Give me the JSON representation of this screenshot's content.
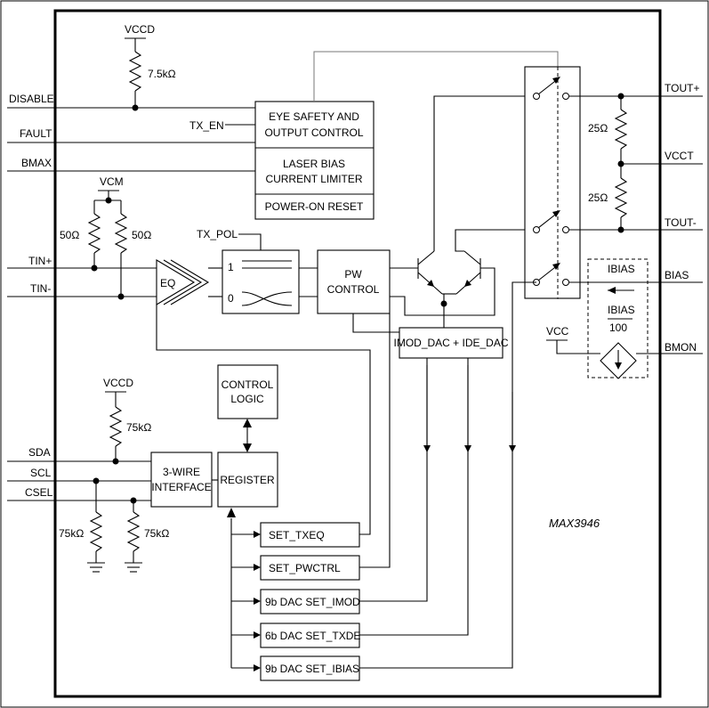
{
  "chip": {
    "part_number": "MAX3946"
  },
  "pins": {
    "disable": "DISABLE",
    "fault": "FAULT",
    "bmax": "BMAX",
    "tin_plus": "TIN+",
    "tin_minus": "TIN-",
    "sda": "SDA",
    "scl": "SCL",
    "csel": "CSEL",
    "tout_plus": "TOUT+",
    "vcct": "VCCT",
    "tout_minus": "TOUT-",
    "bias": "BIAS",
    "bmon": "BMON"
  },
  "supplies": {
    "vccd_top": "VCCD",
    "vcm": "VCM",
    "vccd_left": "VCCD",
    "vcc_right": "VCC"
  },
  "resistors": {
    "r_pullup_disable": "7.5kΩ",
    "r_tin_plus": "50Ω",
    "r_tin_minus": "50Ω",
    "r_sda": "75kΩ",
    "r_scl": "75kΩ",
    "r_csel": "75kΩ",
    "r_tout_plus": "25Ω",
    "r_tout_minus": "25Ω"
  },
  "signals": {
    "tx_en": "TX_EN",
    "tx_pol": "TX_POL"
  },
  "blocks": {
    "eye_safety_line1": "EYE SAFETY AND",
    "eye_safety_line2": "OUTPUT CONTROL",
    "laser_bias_line1": "LASER BIAS",
    "laser_bias_line2": "CURRENT LIMITER",
    "power_on_reset": "POWER-ON RESET",
    "eq": "EQ",
    "pol_in1": "1",
    "pol_in0": "0",
    "pw_line1": "PW",
    "pw_line2": "CONTROL",
    "control_line1": "CONTROL",
    "control_line2": "LOGIC",
    "three_wire_line1": "3-WIRE",
    "three_wire_line2": "INTERFACE",
    "register": "REGISTER",
    "imod_idde": "IMOD_DAC + IDE_DAC",
    "ibias": "IBIAS",
    "ibias_over": "IBIAS",
    "ibias_div": "100"
  },
  "register_outputs": [
    "SET_TXEQ",
    "SET_PWCTRL",
    "9b DAC SET_IMOD",
    "6b DAC SET_TXDE",
    "9b DAC SET_IBIAS"
  ]
}
